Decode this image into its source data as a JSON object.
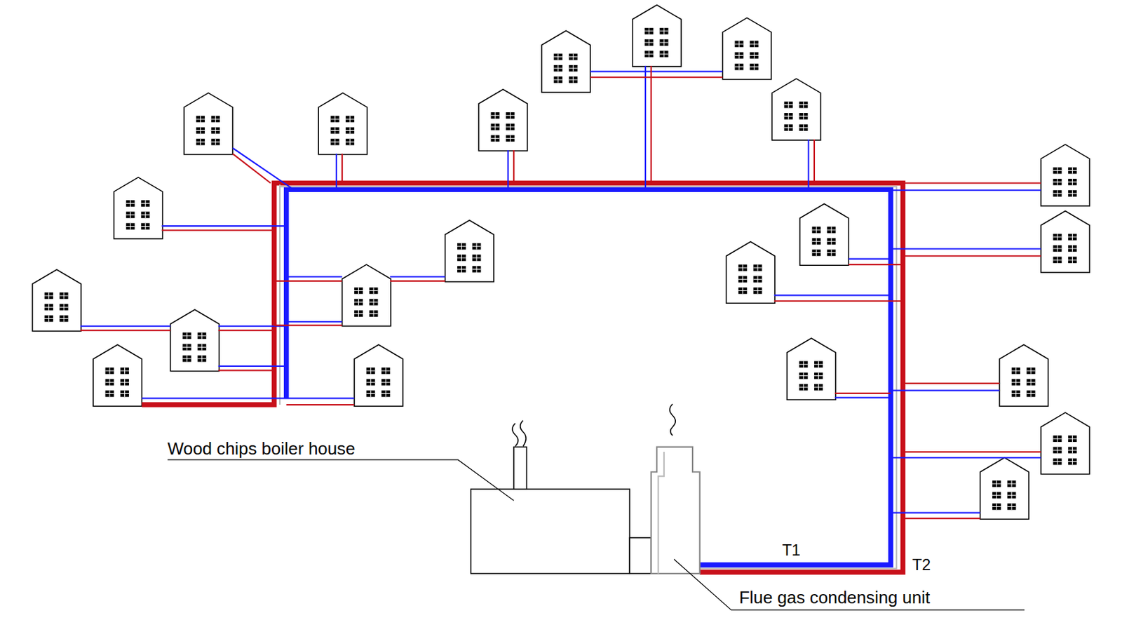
{
  "diagram": {
    "labels": [
      "Wood chips boiler house",
      "Flue gas condensing unit",
      "T1",
      "T2"
    ]
  }
}
